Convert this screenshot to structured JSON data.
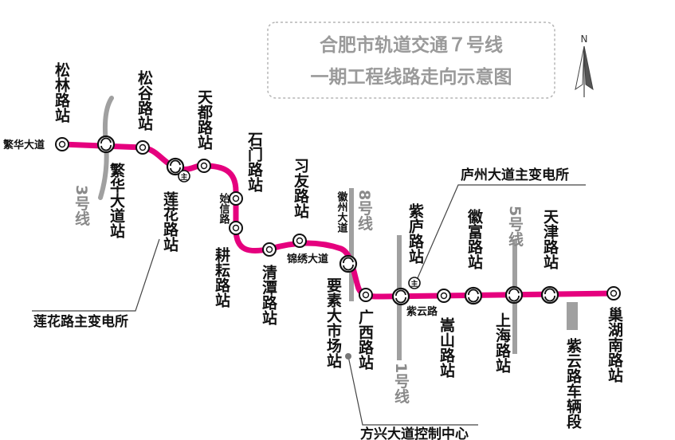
{
  "title": {
    "line1": "合肥市轨道交通７号线",
    "line2": "一期工程线路走向示意图"
  },
  "compass": {
    "label": "N",
    "icon": "north-arrow-icon"
  },
  "colors": {
    "line7": "#e5007e",
    "transfer_lines": "#a0a0a0",
    "text": "#111111",
    "title_gray": "#9a9a9a"
  },
  "stations": [
    {
      "id": "fanhua-dadao",
      "name": "繁华大道",
      "type": "terminal"
    },
    {
      "id": "songlin-lu",
      "name": "松林路站",
      "type": "station"
    },
    {
      "id": "fanhua-dadao-zhan",
      "name": "繁华大道站",
      "type": "transfer",
      "transfer": "3号线"
    },
    {
      "id": "songgu-lu",
      "name": "松谷路站",
      "type": "station"
    },
    {
      "id": "lianhua-lu",
      "name": "莲花路站",
      "type": "transfer"
    },
    {
      "id": "tiandu-lu",
      "name": "天都路站",
      "type": "station"
    },
    {
      "id": "shimen-lu",
      "name": "石门路站",
      "type": "station"
    },
    {
      "id": "shixin-lu",
      "name": "始信路",
      "type": "station"
    },
    {
      "id": "gengyun-lu",
      "name": "耕耘路站",
      "type": "station"
    },
    {
      "id": "qingtan-lu",
      "name": "清潭路站",
      "type": "station"
    },
    {
      "id": "xiyou-lu",
      "name": "习友路站",
      "type": "station"
    },
    {
      "id": "jinxiu-dadao",
      "name": "锦绣大道",
      "type": "station"
    },
    {
      "id": "huizhou-dadao",
      "name": "徽州大道",
      "type": "station"
    },
    {
      "id": "yaosu-shichang",
      "name": "要素大市场站",
      "type": "transfer",
      "transfer": "8号线"
    },
    {
      "id": "guangxi-lu",
      "name": "广西路站",
      "type": "station"
    },
    {
      "id": "zilu-lu",
      "name": "紫庐路站",
      "type": "station"
    },
    {
      "id": "ziyun-lu",
      "name": "紫云路",
      "type": "transfer",
      "transfer": "1号线"
    },
    {
      "id": "songshan-lu",
      "name": "嵩山路站",
      "type": "station"
    },
    {
      "id": "huifu-lu",
      "name": "徽富路站",
      "type": "transfer"
    },
    {
      "id": "shanghai-lu",
      "name": "上海路站",
      "type": "transfer",
      "transfer": "5号线"
    },
    {
      "id": "tianjin-lu",
      "name": "天津路站",
      "type": "transfer"
    },
    {
      "id": "chaohu-nanlu",
      "name": "巢湖南路站",
      "type": "terminal"
    }
  ],
  "transfer_lines": [
    "3号线",
    "8号线",
    "1号线",
    "5号线"
  ],
  "facilities": {
    "lianhua_substation": "莲花路主变电所",
    "luzhou_substation": "庐州大道主变电所",
    "fangxing_control": "方兴大道控制中心",
    "ziyun_depot": "紫云路车辆段",
    "substation_mark": "主"
  }
}
